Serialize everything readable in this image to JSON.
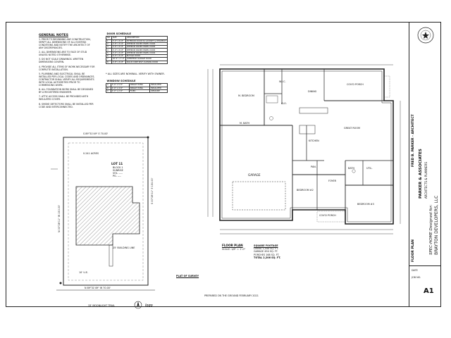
{
  "general_notes": {
    "heading": "GENERAL NOTES",
    "items": [
      "1. PRIOR TO BEGINNING ANY CONSTRUCTION, VERIFY ALL DIMENSIONS OF ALL EXISTING CONDITIONS AND NOTIFY THE ARCHITECT OF ANY DISCREPANCIES.",
      "2. ALL DIMENSIONS ARE TO FACE OF STUD UNLESS NOTED OTHERWISE.",
      "3. DO NOT SCALE DRAWINGS. WRITTEN DIMENSIONS GOVERN.",
      "4. PROVIDE ALL ITEMS OF WORK NECESSARY FOR COMPLETE INSTALLATION.",
      "5. PLUMBING AND ELECTRICAL SHALL BE INSTALLED PER LOCAL CODES AND ORDINANCES. CONTRACTOR SHALL VERIFY ALL REQUIREMENTS WITH LOCAL AUTHORITIES PRIOR TO COMMENCING WORK.",
      "6. ALL FOUNDATION WORK SHALL BE DESIGNED BY A REGISTERED ENGINEER.",
      "7. ATTIC ACCESS SHALL BE PROVIDED WITH INSULATED COVER.",
      "8. SMOKE DETECTORS SHALL BE INSTALLED PER CODE AND INTERCONNECTED."
    ]
  },
  "door_schedule": {
    "title": "DOOR SCHEDULE",
    "header": [
      "NO.",
      "SIZE",
      "DESCRIPTION"
    ],
    "rows": [
      [
        "1",
        "3'-0\" x 6'-8\"",
        "EXTERIOR DOOR W/ LOCKSET & DEADBOLT"
      ],
      [
        "2",
        "2'-8\" x 6'-8\"",
        "INTERIOR RAISED PANEL DOOR"
      ],
      [
        "3",
        "2'-6\" x 6'-8\"",
        "INTERIOR RAISED PANEL DOOR"
      ],
      [
        "4",
        "2'-4\" x 6'-8\"",
        "INTERIOR RAISED PANEL DOOR"
      ],
      [
        "5",
        "2'-0\" x 6'-8\"",
        "INTERIOR RAISED PANEL DOOR"
      ],
      [
        "6",
        "4'-0\" x 6'-8\"",
        "BI-FOLD DOOR"
      ],
      [
        "7",
        "16'-0\" x 7'-0\"",
        "OVERHEAD GARAGE DOOR"
      ],
      [
        "8",
        "2'-8\" x 6'-8\"",
        "SOLID CORE SELF-CLOSING DOOR"
      ]
    ],
    "note": "* ALL SIZES ARE NOMINAL. VERIFY WITH OWNER."
  },
  "window_schedule": {
    "title": "WINDOW SCHEDULE",
    "rows": [
      [
        "A",
        "3'-0\" x 5'-0\"",
        "SINGLE HUNG",
        "INSULATED"
      ],
      [
        "B",
        "2'-0\" x 4'-0\"",
        "SINGLE HUNG",
        "INSULATED"
      ],
      [
        "C",
        "2'-0\" x 2'-0\"",
        "FIXED",
        "OBSCURE"
      ]
    ]
  },
  "plot": {
    "top_bearing": "S 89°31'49\" E  70.00'",
    "bottom_bearing": "N 89°31'49\" W  70.00'",
    "left_bearing": "N 00°28'11\" W  150.00'",
    "right_bearing": "S 00°28'11\" E  150.00'",
    "acreage": "0.241 ACRES",
    "lot": "LOT 11",
    "lot_sub": [
      "BLOCK 1",
      "SUNRISE",
      "VOL. ----",
      "PG. ----"
    ],
    "street": "33' MOONLIGHT TRAIL",
    "setback_label": "25' BUILDING LINE",
    "easement_label": "10' U.E."
  },
  "rooms": {
    "master_bedroom": "M. BEDROOM",
    "dining": "DINING",
    "covd_porch_top": "COV'D PORCH",
    "great_room": "GREAT ROOM",
    "kitchen": "KITCHEN",
    "m_bath": "M. BATH",
    "wic": "W.I.C.",
    "garage": "GARAGE",
    "bedroom2": "BEDROOM #2",
    "bedroom3": "BEDROOM #3",
    "bath": "BATH",
    "utility": "UTIL.",
    "foyer": "FOYER",
    "covd_porch_front": "COV'D PORCH",
    "closet": "CLO.",
    "pantry": "PAN."
  },
  "plan_title": {
    "name": "FLOOR PLAN",
    "scale": "SCALE: 1/8\" = 1'-0\""
  },
  "area_table": {
    "heading": "SQUARE FOOTAGE",
    "rows": [
      "LIVING 1,544 SQ. FT.",
      "GARAGE 494 SQ. FT.",
      "PORCHES 168 SQ. FT.",
      "TOTAL 2,206 SQ. FT."
    ]
  },
  "legal_note": "PLAT OF SURVEY",
  "seal_note": "PREPARED ON THE GROUND FEBRUARY 2021",
  "title_block": {
    "firm": "FRED B. PARKER  -  ARCHITECT",
    "firm_sub": "PARKER & ASSOCIATES",
    "firm_sub2": "ARCHITECTS & PLANNERS",
    "project": "SPEC-HOME Designed for:",
    "client": "BRAYTON DEVELOPERS, LLC",
    "sheet_title": "FLOOR PLAN",
    "sheet_no": "A1",
    "date_label": "DATE",
    "job_label": "JOB NO."
  }
}
